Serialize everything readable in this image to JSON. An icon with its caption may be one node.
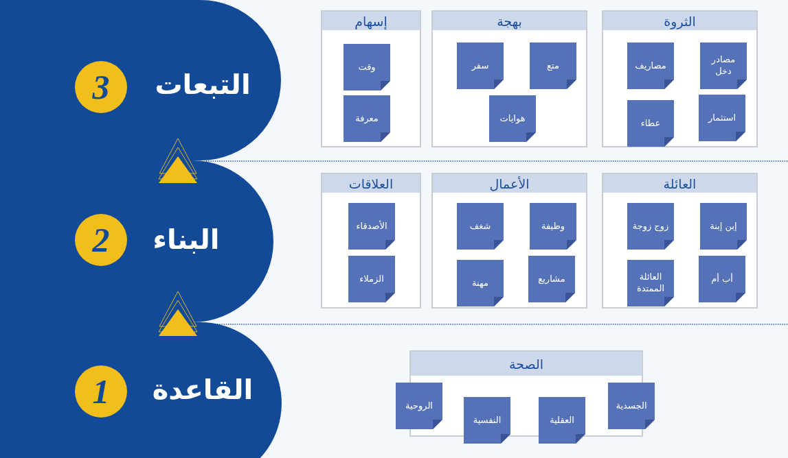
{
  "diagram": {
    "nodes": [
      {
        "text": [
          "التبعات"
        ]
      },
      {
        "text": [
          "3"
        ],
        "in": 0
      },
      {
        "text": [
          "الثروة"
        ]
      },
      {
        "text": [
          "مصادر دخل"
        ],
        "in": 2
      },
      {
        "text": [
          "مصاريف"
        ],
        "in": 2
      },
      {
        "text": [
          "استثمار"
        ],
        "in": 2
      },
      {
        "text": [
          "عطاء"
        ],
        "in": 2
      },
      {
        "text": [
          "بهجة"
        ]
      },
      {
        "text": [
          "متع"
        ],
        "in": 7
      },
      {
        "text": [
          "سفر"
        ],
        "in": 7
      },
      {
        "text": [
          "هوايات"
        ],
        "in": 7
      },
      {
        "text": [
          "إسهام"
        ]
      },
      {
        "text": [
          "وقت"
        ],
        "in": 11
      },
      {
        "text": [
          "معرفة"
        ],
        "in": 11
      },
      {
        "text": [
          "البناء"
        ]
      },
      {
        "text": [
          "2"
        ],
        "in": 14
      },
      {
        "text": [
          "العائلة"
        ]
      },
      {
        "text": [
          "إبن إبنة"
        ],
        "in": 16
      },
      {
        "text": [
          "زوج زوجة"
        ],
        "in": 16
      },
      {
        "text": [
          "أب أم"
        ],
        "in": 16
      },
      {
        "text": [
          "العائلة الممتدة"
        ],
        "in": 16
      },
      {
        "text": [
          "الأعمال"
        ]
      },
      {
        "text": [
          "وظيفة"
        ],
        "in": 21
      },
      {
        "text": [
          "شغف"
        ],
        "in": 21
      },
      {
        "text": [
          "مشاريع"
        ],
        "in": 21
      },
      {
        "text": [
          "مهنة"
        ],
        "in": 21
      },
      {
        "text": [
          "العلاقات"
        ]
      },
      {
        "text": [
          "الأصدقاء"
        ],
        "in": 26
      },
      {
        "text": [
          "الزملاء"
        ],
        "in": 26
      },
      {
        "text": [
          "القاعدة"
        ]
      },
      {
        "text": [
          "1"
        ],
        "in": 29
      },
      {
        "text": [
          "الصحة"
        ]
      },
      {
        "text": [
          "الجسدية"
        ]
      },
      {
        "text": [
          "العقلية"
        ]
      },
      {
        "text": [
          "النفسية"
        ]
      },
      {
        "text": [
          "الروحية"
        ]
      }
    ]
  }
}
